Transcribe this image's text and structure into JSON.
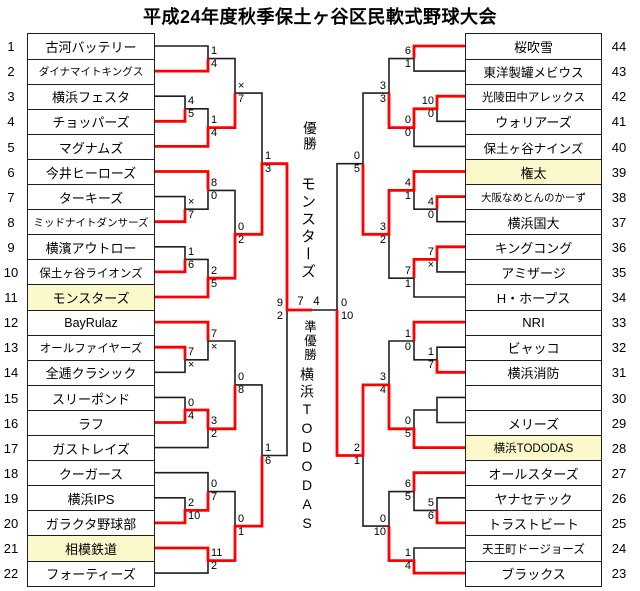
{
  "title": "平成24年度秋季保土ヶ谷区民軟式野球大会",
  "center": {
    "champion_label": "優勝",
    "champion_name": "モンスターズ",
    "runner_up_label": "準優勝",
    "runner_up_name": "横浜TODODAS"
  },
  "final": {
    "left_team": "モンスターズ",
    "right_team": "横浜TODODAS",
    "score_left": "7",
    "score_right": "4",
    "winner": "left"
  },
  "colors": {
    "line": "#1f1f1f",
    "winner_path": "#ff0000",
    "highlight": "#fbf8cc"
  },
  "teams": {
    "left": [
      {
        "seed": "1",
        "name": "古河バッテリー",
        "highlight": false
      },
      {
        "seed": "2",
        "name": "ダイナマイトキングス",
        "highlight": false
      },
      {
        "seed": "3",
        "name": "横浜フェスタ",
        "highlight": false
      },
      {
        "seed": "4",
        "name": "チョッパーズ",
        "highlight": false
      },
      {
        "seed": "5",
        "name": "マグナムズ",
        "highlight": false
      },
      {
        "seed": "6",
        "name": "今井ヒーローズ",
        "highlight": false
      },
      {
        "seed": "7",
        "name": "ターキーズ",
        "highlight": false
      },
      {
        "seed": "8",
        "name": "ミッドナイトダンサーズ",
        "highlight": false
      },
      {
        "seed": "9",
        "name": "横濱アウトロー",
        "highlight": false
      },
      {
        "seed": "10",
        "name": "保土ヶ谷ライオンズ",
        "highlight": false
      },
      {
        "seed": "11",
        "name": "モンスターズ",
        "highlight": true
      },
      {
        "seed": "12",
        "name": "BayRulaz",
        "highlight": false
      },
      {
        "seed": "13",
        "name": "オールファイヤーズ",
        "highlight": false
      },
      {
        "seed": "14",
        "name": "全逓クラシック",
        "highlight": false
      },
      {
        "seed": "15",
        "name": "スリーポンド",
        "highlight": false
      },
      {
        "seed": "16",
        "name": "ラフ",
        "highlight": false
      },
      {
        "seed": "17",
        "name": "ガストレイズ",
        "highlight": false
      },
      {
        "seed": "18",
        "name": "クーガース",
        "highlight": false
      },
      {
        "seed": "19",
        "name": "横浜IPS",
        "highlight": false
      },
      {
        "seed": "20",
        "name": "ガラクタ野球部",
        "highlight": false
      },
      {
        "seed": "21",
        "name": "相模鉄道",
        "highlight": true
      },
      {
        "seed": "22",
        "name": "フォーティーズ",
        "highlight": false
      }
    ],
    "right": [
      {
        "seed": "44",
        "name": "桜吹雪",
        "highlight": false
      },
      {
        "seed": "43",
        "name": "東洋製罐メビウス",
        "highlight": false
      },
      {
        "seed": "42",
        "name": "光陵田中アレックス",
        "highlight": false
      },
      {
        "seed": "41",
        "name": "ウォリアーズ",
        "highlight": false
      },
      {
        "seed": "40",
        "name": "保土ヶ谷ナインズ",
        "highlight": false
      },
      {
        "seed": "39",
        "name": "権太",
        "highlight": true
      },
      {
        "seed": "38",
        "name": "大阪なめとんのかーず",
        "highlight": false
      },
      {
        "seed": "37",
        "name": "横浜国大",
        "highlight": false
      },
      {
        "seed": "36",
        "name": "キングコング",
        "highlight": false
      },
      {
        "seed": "35",
        "name": "アミザージ",
        "highlight": false
      },
      {
        "seed": "34",
        "name": "H・ホープス",
        "highlight": false
      },
      {
        "seed": "33",
        "name": "NRI",
        "highlight": false
      },
      {
        "seed": "32",
        "name": "ビャッコ",
        "highlight": false
      },
      {
        "seed": "31",
        "name": "横浜消防",
        "highlight": false
      },
      {
        "seed": "30",
        "name": "",
        "highlight": false
      },
      {
        "seed": "29",
        "name": "メリーズ",
        "highlight": false
      },
      {
        "seed": "28",
        "name": "横浜TODODAS",
        "highlight": true
      },
      {
        "seed": "27",
        "name": "オールスターズ",
        "highlight": false
      },
      {
        "seed": "26",
        "name": "ヤナセテック",
        "highlight": false
      },
      {
        "seed": "25",
        "name": "トラストビート",
        "highlight": false
      },
      {
        "seed": "24",
        "name": "天王町ドージョーズ",
        "highlight": false
      },
      {
        "seed": "23",
        "name": "ブラックス",
        "highlight": false
      }
    ]
  },
  "matches": {
    "left": [
      {
        "round": "R2",
        "top": "古河バッテリー",
        "bottom": "ダイナマイトキングス",
        "score_top": "1",
        "score_bottom": "4",
        "winner": "bottom"
      },
      {
        "round": "R1",
        "top": "横浜フェスタ",
        "bottom": "チョッパーズ",
        "score_top": "4",
        "score_bottom": "5",
        "winner": "bottom"
      },
      {
        "round": "R2",
        "top": "チョッパーズ",
        "bottom": "マグナムズ",
        "score_top": "1",
        "score_bottom": "4",
        "winner": "bottom"
      },
      {
        "round": "R3",
        "top": "ダイナマイトキングス",
        "bottom": "マグナムズ",
        "score_top": "×",
        "score_bottom": "7",
        "winner": "bottom"
      },
      {
        "round": "R1",
        "top": "ターキーズ",
        "bottom": "ミッドナイトダンサーズ",
        "score_top": "×",
        "score_bottom": "7",
        "winner": "bottom"
      },
      {
        "round": "R2",
        "top": "今井ヒーローズ",
        "bottom": "ミッドナイトダンサーズ",
        "score_top": "8",
        "score_bottom": "0",
        "winner": "top"
      },
      {
        "round": "R1",
        "top": "横濱アウトロー",
        "bottom": "保土ヶ谷ライオンズ",
        "score_top": "1",
        "score_bottom": "6",
        "winner": "bottom"
      },
      {
        "round": "R2",
        "top": "保土ヶ谷ライオンズ",
        "bottom": "モンスターズ",
        "score_top": "2",
        "score_bottom": "5",
        "winner": "bottom"
      },
      {
        "round": "R3",
        "top": "今井ヒーローズ",
        "bottom": "モンスターズ",
        "score_top": "0",
        "score_bottom": "2",
        "winner": "bottom"
      },
      {
        "round": "QF",
        "top": "マグナムズ",
        "bottom": "モンスターズ",
        "score_top": "1",
        "score_bottom": "3",
        "winner": "bottom"
      },
      {
        "round": "R1",
        "top": "オールファイヤーズ",
        "bottom": "全逓クラシック",
        "score_top": "7",
        "score_bottom": "×",
        "winner": "top"
      },
      {
        "round": "R2",
        "top": "BayRulaz",
        "bottom": "オールファイヤーズ",
        "score_top": "7",
        "score_bottom": "×",
        "winner": "top"
      },
      {
        "round": "R1",
        "top": "スリーポンド",
        "bottom": "ラフ",
        "score_top": "0",
        "score_bottom": "4",
        "winner": "bottom"
      },
      {
        "round": "R2",
        "top": "ラフ",
        "bottom": "ガストレイズ",
        "score_top": "3",
        "score_bottom": "2",
        "winner": "top"
      },
      {
        "round": "R3",
        "top": "BayRulaz",
        "bottom": "ラフ",
        "score_top": "0",
        "score_bottom": "8",
        "winner": "bottom"
      },
      {
        "round": "R1",
        "top": "横浜IPS",
        "bottom": "ガラクタ野球部",
        "score_top": "2",
        "score_bottom": "10",
        "winner": "bottom"
      },
      {
        "round": "R2",
        "top": "クーガース",
        "bottom": "ガラクタ野球部",
        "score_top": "0",
        "score_bottom": "7",
        "winner": "bottom"
      },
      {
        "round": "R2",
        "top": "相模鉄道",
        "bottom": "フォーティーズ",
        "score_top": "11",
        "score_bottom": "2",
        "winner": "top"
      },
      {
        "round": "R3",
        "top": "ガラクタ野球部",
        "bottom": "相模鉄道",
        "score_top": "0",
        "score_bottom": "1",
        "winner": "bottom"
      },
      {
        "round": "QF",
        "top": "ラフ",
        "bottom": "相模鉄道",
        "score_top": "1",
        "score_bottom": "6",
        "winner": "bottom"
      },
      {
        "round": "SF",
        "top": "モンスターズ",
        "bottom": "相模鉄道",
        "score_top": "9",
        "score_bottom": "2",
        "winner": "top"
      }
    ],
    "right": [
      {
        "round": "R2",
        "top": "桜吹雪",
        "bottom": "東洋製罐メビウス",
        "score_top": "6",
        "score_bottom": "1",
        "winner": "top"
      },
      {
        "round": "R1",
        "top": "光陵田中アレックス",
        "bottom": "ウォリアーズ",
        "score_top": "10",
        "score_bottom": "0",
        "winner": "top"
      },
      {
        "round": "R2",
        "top": "光陵田中アレックス",
        "bottom": "保土ヶ谷ナインズ",
        "score_top": "0",
        "score_bottom": "0",
        "winner": "top"
      },
      {
        "round": "R3",
        "top": "桜吹雪",
        "bottom": "光陵田中アレックス",
        "score_top": "3",
        "score_bottom": "3",
        "winner": "bottom"
      },
      {
        "round": "R1",
        "top": "大阪なめとんのかーず",
        "bottom": "横浜国大",
        "score_top": "4",
        "score_bottom": "0",
        "winner": "top"
      },
      {
        "round": "R2",
        "top": "権太",
        "bottom": "大阪なめとんのかーず",
        "score_top": "4",
        "score_bottom": "1",
        "winner": "top"
      },
      {
        "round": "R1",
        "top": "キングコング",
        "bottom": "アミザージ",
        "score_top": "7",
        "score_bottom": "×",
        "winner": "top"
      },
      {
        "round": "R2",
        "top": "キングコング",
        "bottom": "H・ホープス",
        "score_top": "7",
        "score_bottom": "1",
        "winner": "top"
      },
      {
        "round": "R3",
        "top": "権太",
        "bottom": "キングコング",
        "score_top": "3",
        "score_bottom": "2",
        "winner": "top"
      },
      {
        "round": "QF",
        "top": "光陵田中アレックス",
        "bottom": "権太",
        "score_top": "0",
        "score_bottom": "5",
        "winner": "bottom"
      },
      {
        "round": "R1",
        "top": "ビャッコ",
        "bottom": "横浜消防",
        "score_top": "1",
        "score_bottom": "7",
        "winner": "bottom"
      },
      {
        "round": "R2",
        "top": "NRI",
        "bottom": "横浜消防",
        "score_top": "1",
        "score_bottom": "0",
        "winner": "top"
      },
      {
        "round": "R1",
        "top": "",
        "bottom": "メリーズ",
        "score_top": "",
        "score_bottom": "",
        "winner": "bottom"
      },
      {
        "round": "R2",
        "top": "メリーズ",
        "bottom": "横浜TODODAS",
        "score_top": "0",
        "score_bottom": "5",
        "winner": "bottom"
      },
      {
        "round": "R3",
        "top": "NRI",
        "bottom": "横浜TODODAS",
        "score_top": "3",
        "score_bottom": "4",
        "winner": "bottom"
      },
      {
        "round": "R1",
        "top": "ヤナセテック",
        "bottom": "トラストビート",
        "score_top": "5",
        "score_bottom": "6",
        "winner": "bottom"
      },
      {
        "round": "R2",
        "top": "オールスターズ",
        "bottom": "トラストビート",
        "score_top": "6",
        "score_bottom": "5",
        "winner": "top"
      },
      {
        "round": "R2",
        "top": "天王町ドージョーズ",
        "bottom": "ブラックス",
        "score_top": "1",
        "score_bottom": "4",
        "winner": "bottom"
      },
      {
        "round": "R3",
        "top": "オールスターズ",
        "bottom": "ブラックス",
        "score_top": "0",
        "score_bottom": "10",
        "winner": "bottom"
      },
      {
        "round": "QF",
        "top": "横浜TODODAS",
        "bottom": "ブラックス",
        "score_top": "2",
        "score_bottom": "1",
        "winner": "top"
      },
      {
        "round": "SF",
        "top": "権太",
        "bottom": "横浜TODODAS",
        "score_top": "0",
        "score_bottom": "10",
        "winner": "bottom"
      }
    ]
  }
}
